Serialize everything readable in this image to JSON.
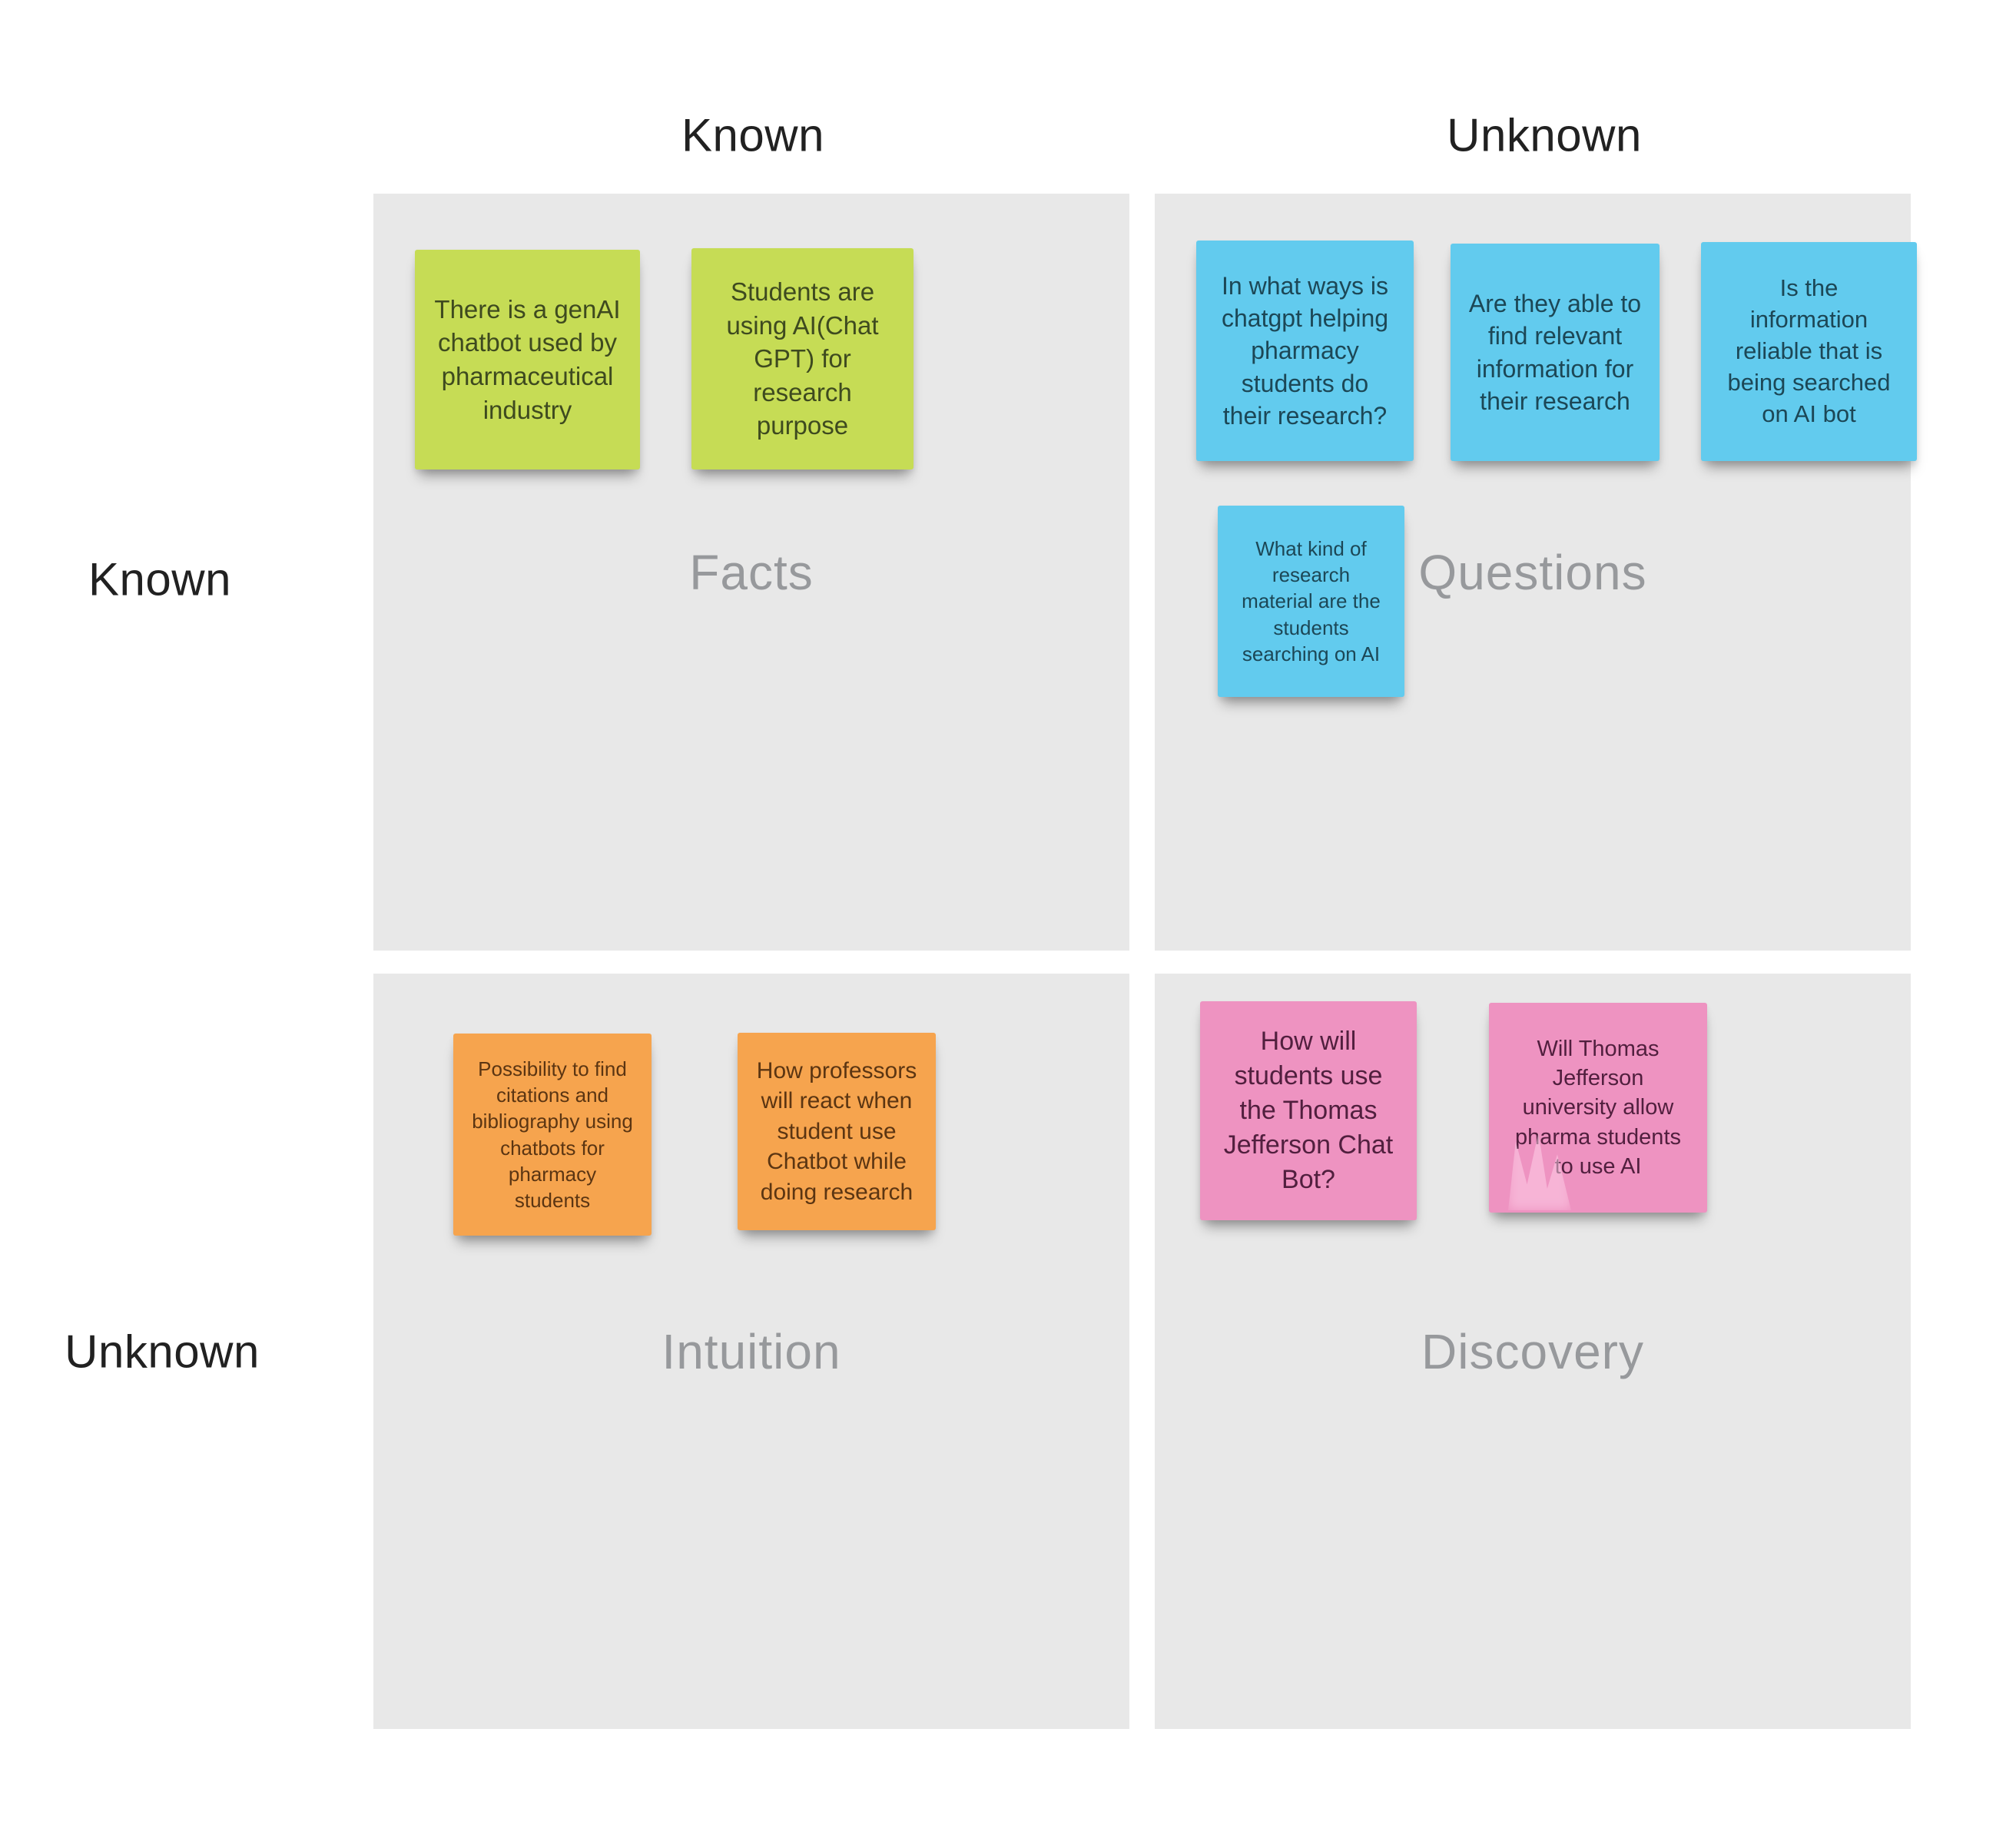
{
  "colors": {
    "page_bg": "#ffffff",
    "quadrant_bg": "#e8e8e8",
    "header_text": "#212121",
    "quadrant_label_text": "#97999c",
    "note_green": "#c6dc55",
    "note_blue": "#62cbee",
    "note_orange": "#f6a44e",
    "note_pink": "#ee93c1"
  },
  "matrix": {
    "column_headers": [
      "Known",
      "Unknown"
    ],
    "row_headers": [
      "Known",
      "Unknown"
    ],
    "quadrants": [
      {
        "label": "Facts",
        "note_color": "green",
        "notes": [
          {
            "text": "There is a genAI\nchatbot used by\npharmaceutical\nindustry"
          },
          {
            "text": "Students are\nusing AI(Chat\nGPT) for\nresearch\npurpose"
          }
        ]
      },
      {
        "label": "Questions",
        "note_color": "blue",
        "notes": [
          {
            "text": "In what ways is\nchatgpt helping\npharmacy\nstudents do\ntheir research?"
          },
          {
            "text": "Are they able to\nfind relevant\ninformation for\ntheir research"
          },
          {
            "text": "Is the\ninformation\nreliable that is\nbeing searched\non AI bot"
          },
          {
            "text": "What kind of\nresearch\nmaterial are the\nstudents\nsearching on AI"
          }
        ]
      },
      {
        "label": "Intuition",
        "note_color": "orange",
        "notes": [
          {
            "text": "Possibility to find\ncitations and\nbibliography using\nchatbots for\npharmacy\nstudents"
          },
          {
            "text": "How professors\nwill react when\nstudent use\nChatbot while\ndoing research"
          }
        ]
      },
      {
        "label": "Discovery",
        "note_color": "pink",
        "notes": [
          {
            "text": "How will\nstudents use\nthe Thomas\nJefferson Chat\nBot?"
          },
          {
            "text": "Will Thomas\nJefferson\nuniversity allow\npharma students\nto use AI"
          }
        ]
      }
    ]
  }
}
